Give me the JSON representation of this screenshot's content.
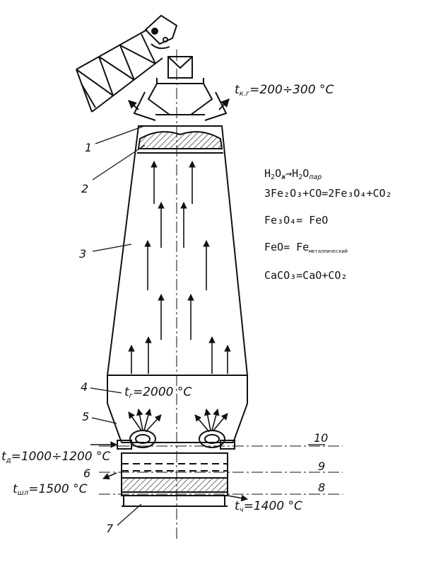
{
  "labels": {
    "n1": "1",
    "n2": "2",
    "n3": "3",
    "n4": "4",
    "n5": "5",
    "n6": "6",
    "n7": "7",
    "n8": "8",
    "n9": "9",
    "n10": "10"
  },
  "temperatures": {
    "top_gas": {
      "sym": "t",
      "sub": "к.г",
      "val": "=200÷300 °С"
    },
    "hearth_gas": {
      "sym": "t",
      "sub": "г",
      "val": "=2000 °С"
    },
    "blast": {
      "sym": "t",
      "sub": "д",
      "val": "=1000÷1200 °С"
    },
    "slag": {
      "sym": "t",
      "sub": "шл",
      "val": "=1500 °С"
    },
    "iron": {
      "sym": "t",
      "sub": "ч",
      "val": "=1400 °С"
    }
  },
  "reactions": {
    "r1": {
      "a": "H",
      "a_sub": "2",
      "b": "O",
      "b_sub": "ж",
      "arrow": "→",
      "c": "H",
      "c_sub": "2",
      "d": "O",
      "d_sub": "пар"
    },
    "r2": "3Fe₂O₃+CO=2Fe₃O₄+CO₂",
    "r3": "Fe₃O₄= FeO",
    "r4_main": "FeO= Fe",
    "r4_sub": "металлический",
    "r5": "CaCO₃=CaO+CO₂"
  },
  "colors": {
    "ink": "#111111",
    "paper": "#ffffff"
  }
}
